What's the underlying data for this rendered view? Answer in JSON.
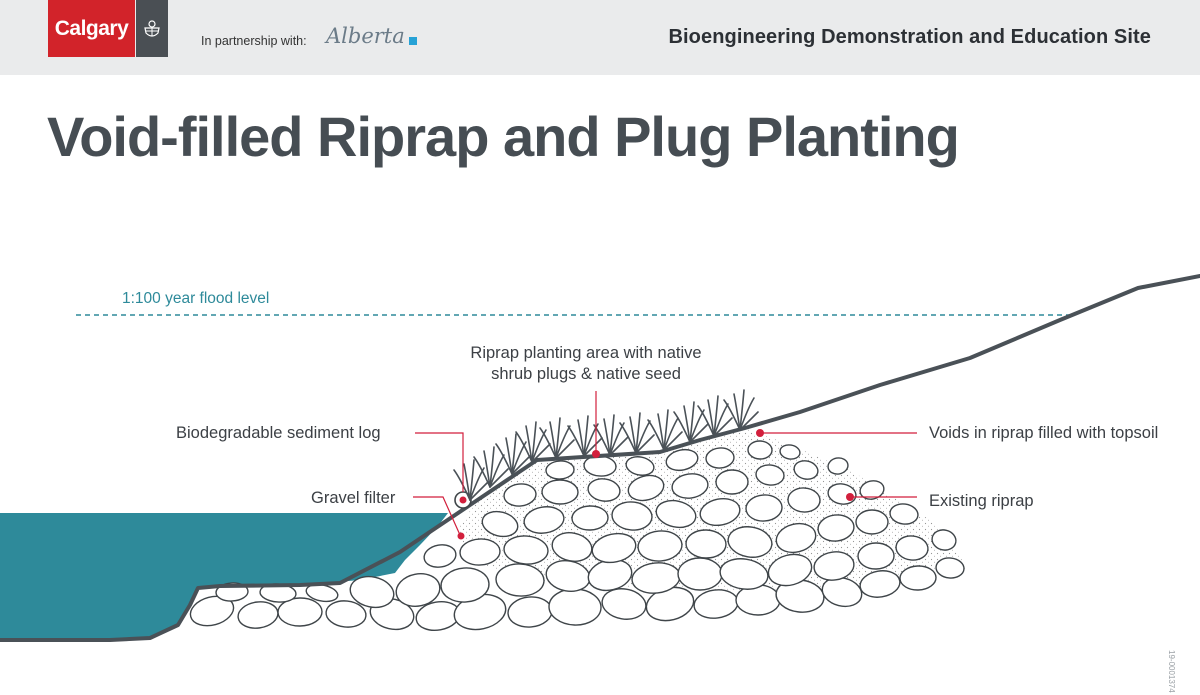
{
  "header": {
    "calgary_logo_text": "Calgary",
    "partnership_text": "In partnership with:",
    "alberta_logo_text": "Alberta",
    "site_name": "Bioengineering Demonstration and Education Site"
  },
  "title": "Void-filled Riprap and Plug Planting",
  "labels": {
    "flood_level": "1:100 year flood level",
    "planting_area_line1": "Riprap planting area with native",
    "planting_area_line2": "shrub plugs & native seed",
    "sediment_log": "Biodegradable sediment log",
    "gravel_filter": "Gravel filter",
    "voids_topsoil": "Voids in riprap filled with topsoil",
    "existing_riprap": "Existing riprap"
  },
  "doc_id": "19-0001374",
  "colors": {
    "calgary_red": "#d2232a",
    "water": "#2e8a9a",
    "ground_line": "#4a5157",
    "callout_red": "#d21f3c",
    "flood_line": "#2e8a9a"
  },
  "icons": {
    "crest": "coat-of-arms-icon"
  }
}
